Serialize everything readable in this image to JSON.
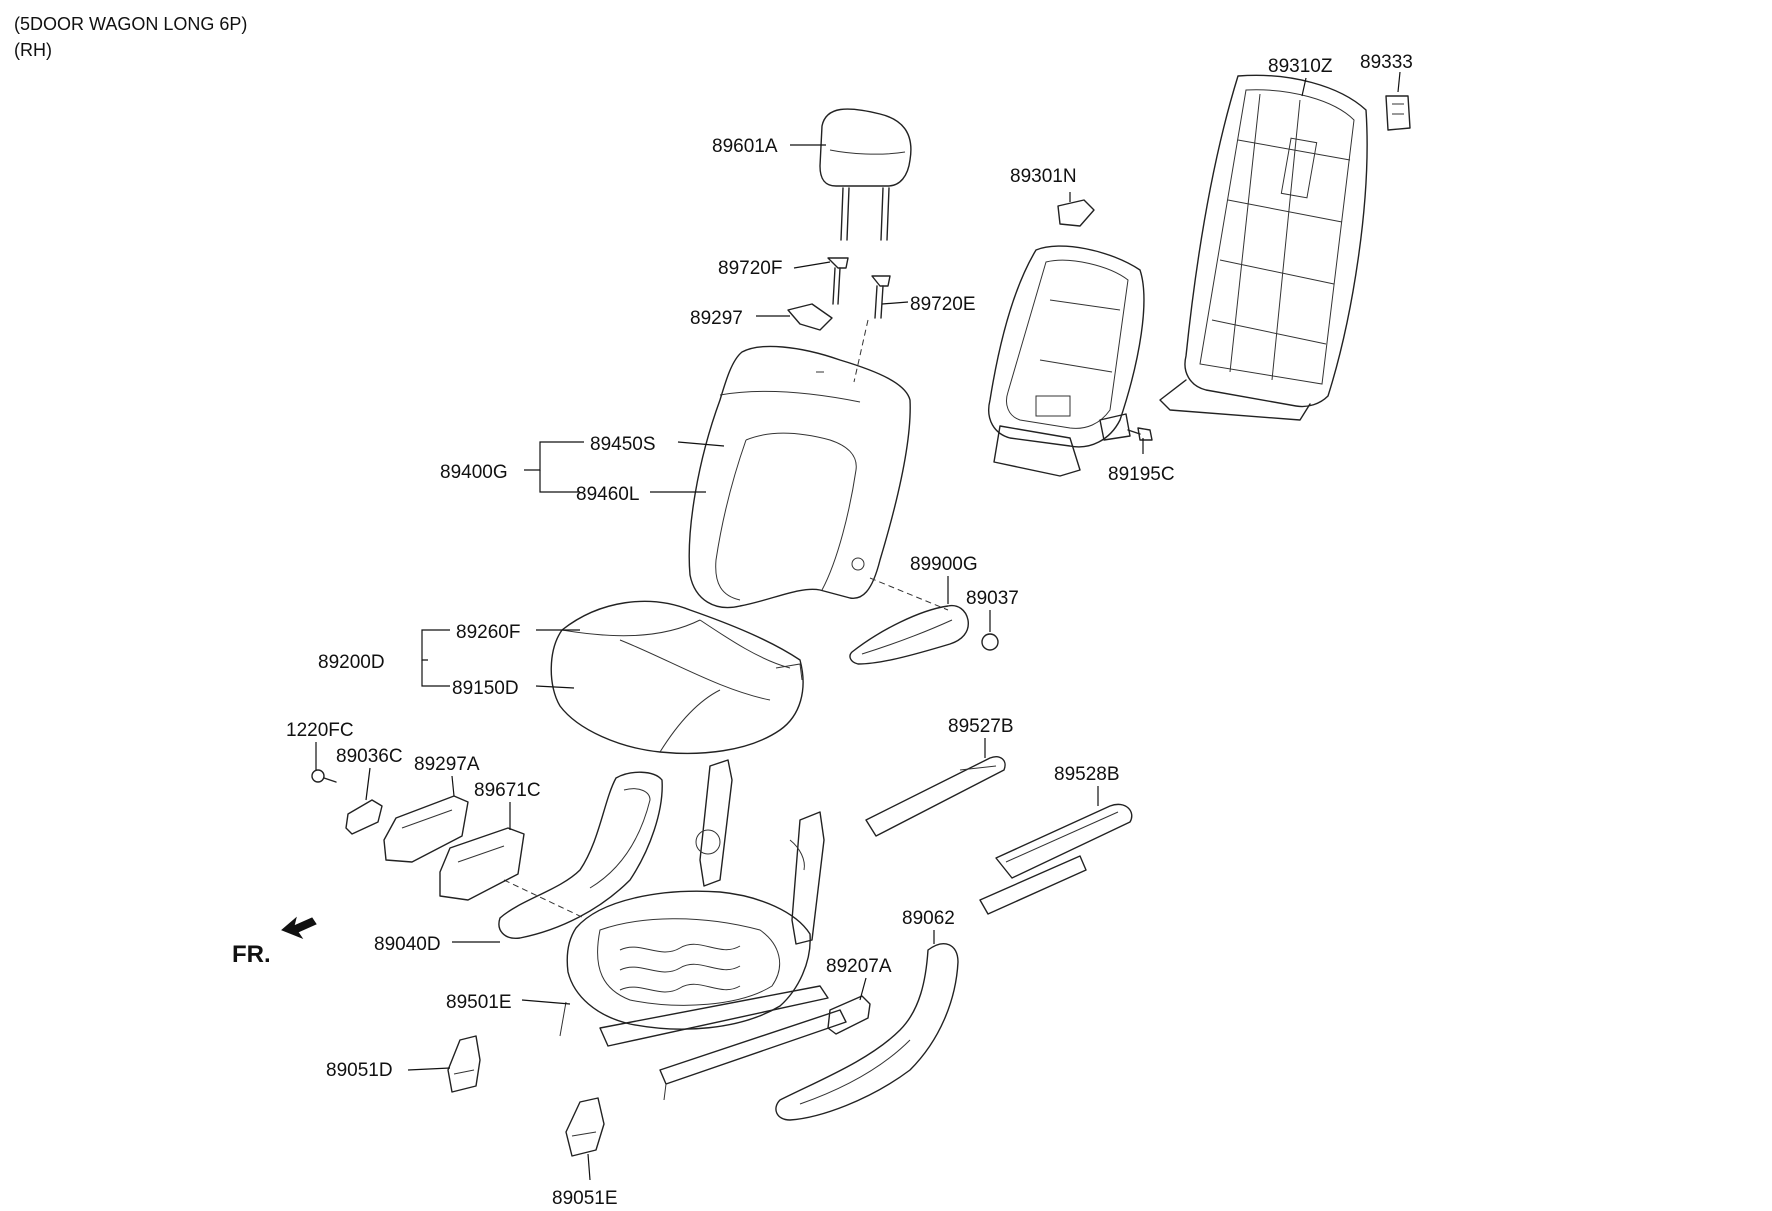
{
  "header": {
    "line1": "(5DOOR WAGON LONG 6P)",
    "line2": "(RH)"
  },
  "front_label": "FR.",
  "parts": {
    "p89601A": "89601A",
    "p89720F": "89720F",
    "p89720E": "89720E",
    "p89297": "89297",
    "p89400G": "89400G",
    "p89450S": "89450S",
    "p89460L": "89460L",
    "p89301N": "89301N",
    "p89310Z": "89310Z",
    "p89333": "89333",
    "p89195C": "89195C",
    "p89900G": "89900G",
    "p89037": "89037",
    "p89200D": "89200D",
    "p89260F": "89260F",
    "p89150D": "89150D",
    "p1220FC": "1220FC",
    "p89036C": "89036C",
    "p89297A": "89297A",
    "p89671C": "89671C",
    "p89527B": "89527B",
    "p89528B": "89528B",
    "p89062": "89062",
    "p89040D": "89040D",
    "p89207A": "89207A",
    "p89501E": "89501E",
    "p89051D": "89051D",
    "p89051E": "89051E"
  }
}
